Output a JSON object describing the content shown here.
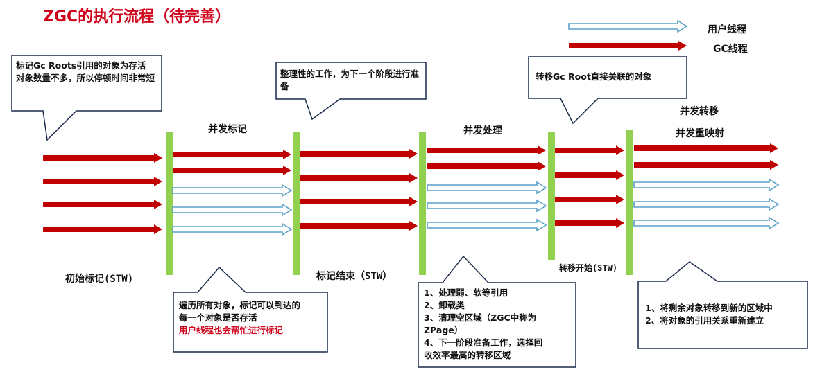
{
  "title": "ZGC的执行流程（待完善）",
  "colors": {
    "gc_thread": "#c00000",
    "user_thread_fill": "#ffffff",
    "user_thread_stroke": "#5aa0c8",
    "phase_bar": "#92d050",
    "title": "#d0021b"
  },
  "legend": {
    "user_thread": "用户线程",
    "gc_thread": "GC线程"
  },
  "phases": {
    "concurrent_mark": "并发标记",
    "concurrent_process": "并发处理",
    "concurrent_relocate": "并发转移",
    "concurrent_remap": "并发重映射"
  },
  "pauses": {
    "initial_mark": "初始标记(STW)",
    "mark_end": "标记结束（STW）",
    "relocate_start": "转移开始(STW)"
  },
  "callouts": {
    "initial": [
      "标记Gc Roots引用的对象为存活",
      "对象数量不多，所以停顿时间非常短"
    ],
    "cleanup": [
      "整理性的工作，为下一个阶段进行准备"
    ],
    "relocate_root": [
      "转移Gc Root直接关联的对象"
    ],
    "traverse": [
      "遍历所有对象，标记可以到达的",
      "每一个对象是否存活"
    ],
    "traverse_red": "用户线程也会帮忙进行标记",
    "process": [
      "1、处理弱、软等引用",
      "2、卸载类",
      "3、清理空区域（ZGC中称为",
      "ZPage）",
      "4、下一阶段准备工作，选择回",
      "收效率最高的转移区域"
    ],
    "relocate": [
      "1、将剩余对象转移到新的区域中",
      "2、将对象的引用关系重新建立"
    ]
  }
}
